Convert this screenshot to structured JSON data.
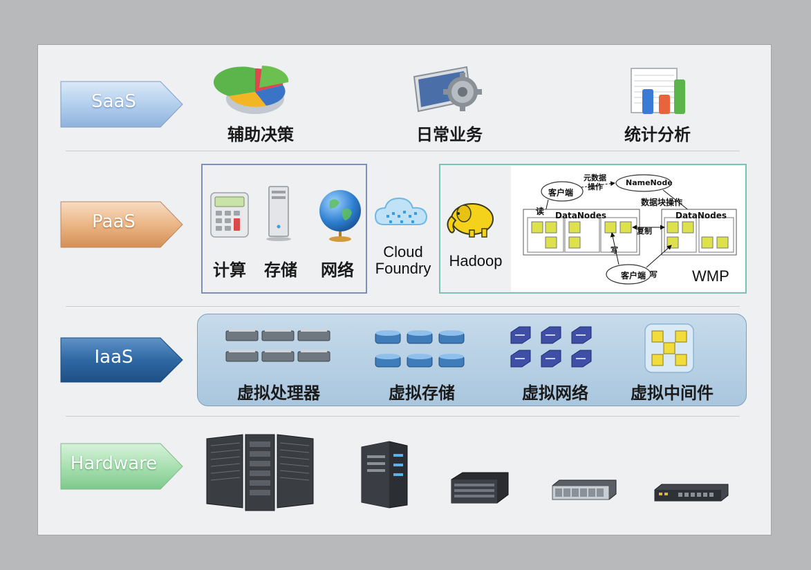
{
  "layers": {
    "saas": {
      "label": "SaaS",
      "color": "#a9c8ea"
    },
    "paas": {
      "label": "PaaS",
      "color": "#e8b489"
    },
    "iaas": {
      "label": "IaaS",
      "color": "#2f68a3"
    },
    "hardware": {
      "label": "Hardware",
      "color": "#a7e0b0"
    }
  },
  "saas": {
    "items": [
      "辅助决策",
      "日常业务",
      "统计分析"
    ]
  },
  "paas": {
    "compute": "计算",
    "storage": "存储",
    "network": "网络",
    "cloud_foundry_line1": "Cloud",
    "cloud_foundry_line2": "Foundry",
    "hadoop": "Hadoop",
    "wmp": "WMP",
    "hdfs": {
      "client_top": "客户端",
      "metadata_line1": "元数据",
      "metadata_line2": "操作",
      "namenode": "NameNode",
      "block_ops": "数据块操作",
      "read": "读",
      "datanodes_left": "DataNodes",
      "datanodes_right": "DataNodes",
      "replicate": "复制",
      "write_left": "写",
      "write_right": "写",
      "client_bottom": "客户端"
    }
  },
  "iaas": {
    "items": [
      "虚拟处理器",
      "虚拟存储",
      "虚拟网络",
      "虚拟中间件"
    ]
  },
  "icons": {
    "saas": [
      "pie-chart-icon",
      "gear-monitor-icon",
      "bar-chart-icon"
    ],
    "paas": [
      "calculator-icon",
      "tower-pc-icon",
      "globe-icon",
      "cloud-icon",
      "hadoop-elephant-icon"
    ],
    "iaas": [
      "server-rack-icon",
      "database-disk-icon",
      "network-switch-icon",
      "middleware-grid-icon"
    ],
    "hardware": [
      "server-cabinet-icon",
      "tower-server-icon",
      "rack-server-icon",
      "storage-array-icon",
      "network-switch-device-icon"
    ]
  }
}
